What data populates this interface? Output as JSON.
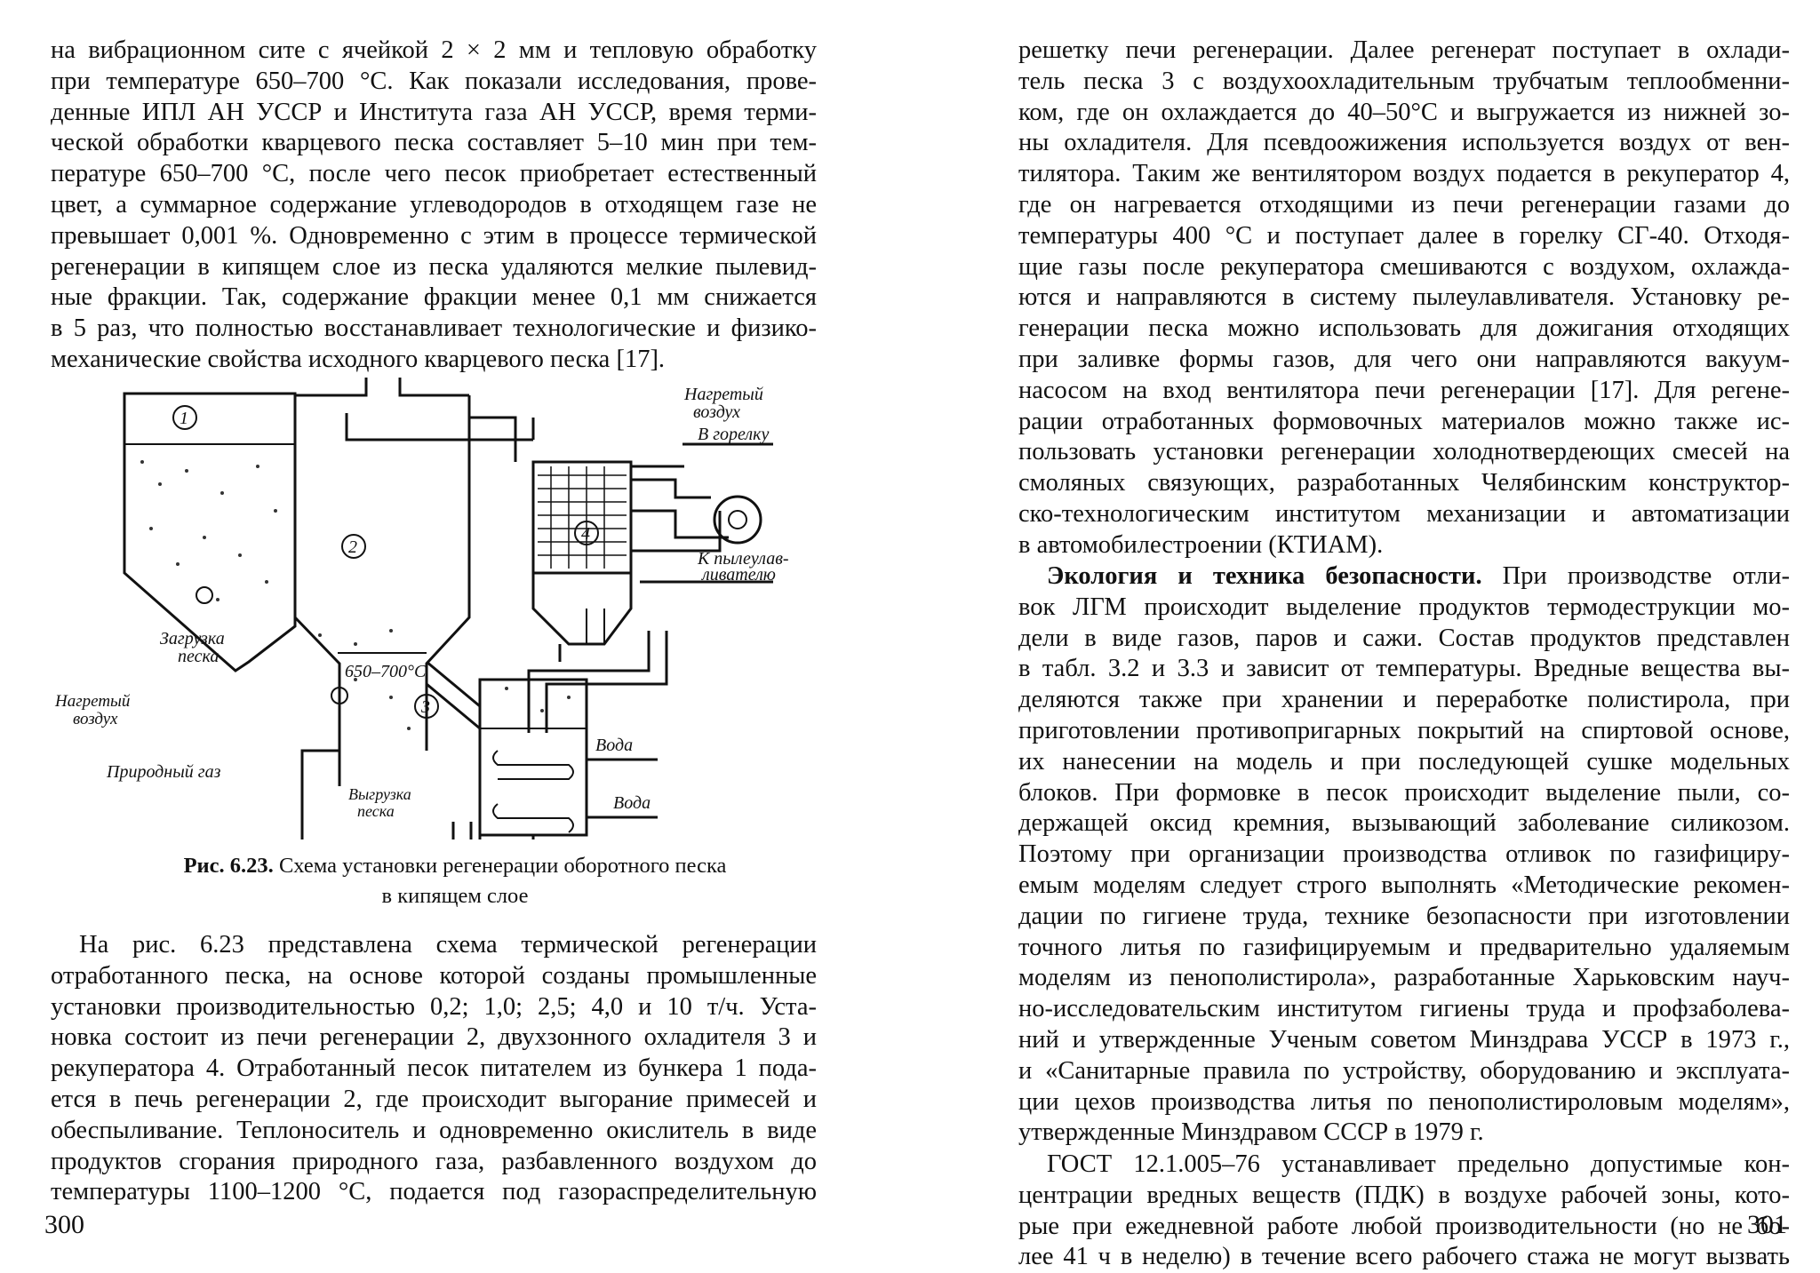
{
  "left_page": {
    "para1_lines": [
      "на вибрационном сите с ячейкой 2 × 2 мм и тепловую обработку",
      "при температуре 650–700 °С. Как показали исследования, прове-",
      "денные ИПЛ АН УССР и Института газа АН УССР, время терми-",
      "ческой обработки кварцевого песка составляет 5–10 мин при тем-",
      "пературе 650–700 °С, после чего песок приобретает естественный",
      "цвет, а суммарное содержание углеводородов в отходящем газе не",
      "превышает 0,001 %. Одновременно с этим в процессе термической",
      "регенерации в кипящем слое из песка удаляются мелкие пылевид-",
      "ные фракции. Так, содержание фракции менее 0,1 мм снижается",
      "в 5 раз, что полностью восстанавливает технологические и физико-",
      "механические свойства исходного кварцевого песка [17]."
    ],
    "figure": {
      "labels": {
        "num1": "1",
        "num2": "2",
        "num3": "3",
        "num4": "4",
        "heated_air_top_1": "Нагретый",
        "heated_air_top_2": "воздух",
        "to_burner": "В горелку",
        "to_dust_1": "К пылеулав-",
        "to_dust_2": "ливателю",
        "loading_1": "Загрузка",
        "loading_2": "песка",
        "temp": "650–700°С",
        "water_1": "Вода",
        "water_2": "Вода",
        "heated_air_left_1": "Нагретый",
        "heated_air_left_2": "воздух",
        "natural_gas": "Природный газ",
        "unloading_1": "Выгрузка",
        "unloading_2": "песка"
      }
    },
    "caption_bold": "Рис. 6.23.",
    "caption_line1": " Схема установки регенерации оборотного песка",
    "caption_line2": "в кипящем слое",
    "para2_lines": [
      "На рис. 6.23 представлена схема термической регенерации",
      "отработанного песка, на основе которой созданы промышленные",
      "установки производительностью 0,2; 1,0; 2,5; 4,0 и 10 т/ч. Уста-",
      "новка состоит из печи регенерации 2, двухзонного охладителя 3 и",
      "рекуператора 4. Отработанный песок питателем из бункера 1 пода-",
      "ется в печь регенерации 2, где происходит выгорание примесей и",
      "обеспыливание. Теплоноситель и одновременно окислитель в виде",
      "продуктов сгорания природного газа, разбавленного воздухом до",
      "температуры 1100–1200 °С, подается под газораспределительную"
    ],
    "page_number": "300"
  },
  "right_page": {
    "para1_lines": [
      "решетку печи регенерации. Далее регенерат поступает в охлади-",
      "тель песка 3 с воздухоохладительным трубчатым теплообменни-",
      "ком, где он охлаждается до 40–50°С и выгружается из нижней зо-",
      "ны охладителя. Для псевдоожижения используется воздух от вен-",
      "тилятора. Таким же вентилятором воздух подается в рекуператор 4,",
      "где он нагревается отходящими из печи регенерации газами до",
      "температуры 400 °С и поступает далее в горелку СГ-40. Отходя-",
      "щие газы после рекуператора смешиваются с воздухом, охлажда-",
      "ются и направляются в систему пылеулавливателя. Установку ре-",
      "генерации песка можно использовать для дожигания отходящих",
      "при заливке формы газов, для чего они направляются вакуум-",
      "насосом на вход вентилятора печи регенерации [17]. Для регене-",
      "рации отработанных формовочных материалов можно также ис-",
      "пользовать установки регенерации холоднотвердеющих смесей на",
      "смоляных связующих, разработанных Челябинским конструктор-",
      "ско-технологическим институтом механизации и автоматизации",
      "в автомобилестроении (КТИАМ)."
    ],
    "section_heading": "Экология и техника безопасности.",
    "para2_first_rest": " При производстве отли-",
    "para2_lines": [
      "вок ЛГМ происходит выделение продуктов термодеструкции мо-",
      "дели в виде газов, паров и сажи. Состав продуктов представлен",
      "в табл. 3.2 и 3.3 и зависит от температуры. Вредные вещества вы-",
      "деляются также при хранении и переработке полистирола, при",
      "приготовлении противопригарных покрытий на спиртовой основе,",
      "их нанесении на модель и при последующей сушке модельных",
      "блоков. При формовке в песок происходит выделение пыли, со-",
      "держащей оксид кремния, вызывающий заболевание силикозом.",
      "Поэтому при организации производства отливок по газифициру-",
      "емым моделям следует строго выполнять «Методические рекомен-",
      "дации по гигиене труда, технике безопасности при изготовлении",
      "точного литья по газифицируемым и предварительно удаляемым",
      "моделям из пенополистирола», разработанные Харьковским науч-",
      "но-исследовательским институтом гигиены труда и профзаболева-",
      "ний и утвержденные Ученым советом Минздрава УССР в 1973 г.,",
      "и «Санитарные правила по устройству, оборудованию и эксплуата-",
      "ции цехов производства литья по пенополистироловым моделям»,",
      "утвержденные Минздравом СССР в 1979 г."
    ],
    "para3_lines": [
      "ГОСТ 12.1.005–76 устанавливает предельно допустимые кон-",
      "центрации вредных веществ (ПДК) в воздухе рабочей зоны, кото-",
      "рые при ежедневной работе любой производительности (но не бо-",
      "лее 41 ч в неделю) в течение всего рабочего стажа не могут вызвать"
    ],
    "page_number": "301"
  }
}
